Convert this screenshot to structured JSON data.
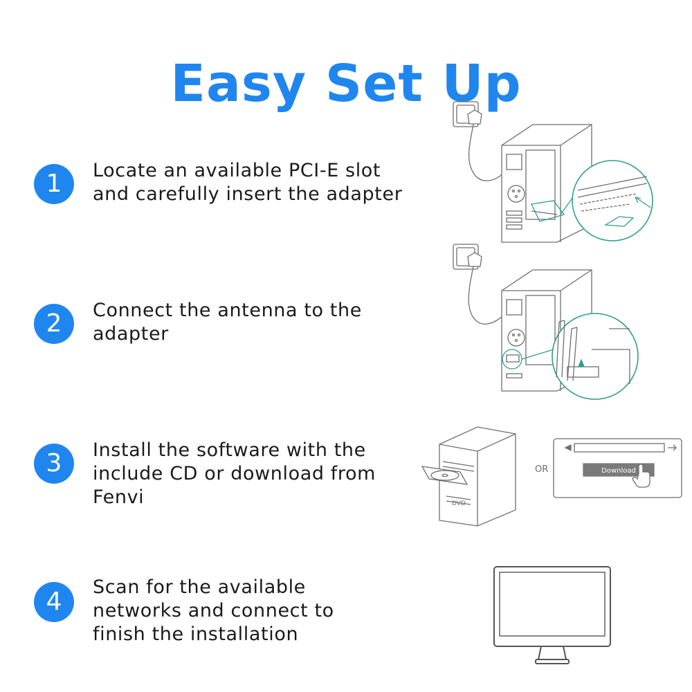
{
  "title": "Easy Set Up",
  "steps": [
    {
      "number": "1",
      "text": "Locate an available PCI-E slot\nand carefully insert the adapter"
    },
    {
      "number": "2",
      "text": "Connect the antenna to the\nadapter"
    },
    {
      "number": "3",
      "text": "Install the software with the\ninclude CD or download from\nFenvi"
    },
    {
      "number": "4",
      "text": "Scan for the available\nnetworks and connect to\nfinish the installation"
    }
  ],
  "illustration3": {
    "or_label": "OR",
    "download_label": "Download"
  },
  "colors": {
    "accent": "#1f86f0",
    "line_art": "#6e6e6e",
    "highlight": "#2f9e8f"
  }
}
